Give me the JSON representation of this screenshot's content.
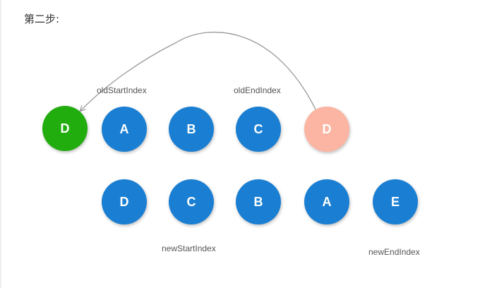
{
  "step_title": "第二步:",
  "colors": {
    "blue": "#1a7fd2",
    "green": "#21ad0e",
    "salmon": "#fbb5a2",
    "arrow": "#999999"
  },
  "old_row": [
    "D",
    "A",
    "B",
    "C",
    "D"
  ],
  "new_row": [
    "D",
    "C",
    "B",
    "A",
    "E"
  ],
  "labels": {
    "old_start": "oldStartIndex",
    "old_end": "oldEndIndex",
    "new_start": "newStartIndex",
    "new_end": "newEndIndex"
  }
}
